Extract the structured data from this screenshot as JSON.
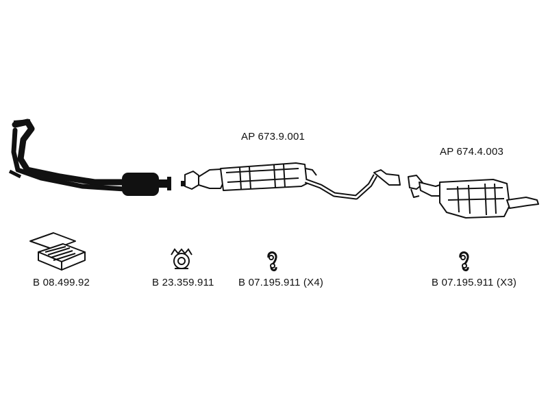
{
  "assemblies": [
    {
      "part_number": "AP 673.9.001"
    },
    {
      "part_number": "AP 674.4.003"
    }
  ],
  "accessories": [
    {
      "part_number": "B 08.499.92",
      "icon": "mounting-kit-box-icon"
    },
    {
      "part_number": "B 23.359.911",
      "icon": "pipe-clamp-icon"
    },
    {
      "part_number": "B 07.195.911",
      "qty": "(X4)",
      "icon": "rubber-hanger-icon"
    },
    {
      "part_number": "B 07.195.911",
      "qty": "(X3)",
      "icon": "rubber-hanger-icon"
    }
  ],
  "colors": {
    "line": "#111111",
    "fill": "#ffffff",
    "background": "#ffffff"
  }
}
